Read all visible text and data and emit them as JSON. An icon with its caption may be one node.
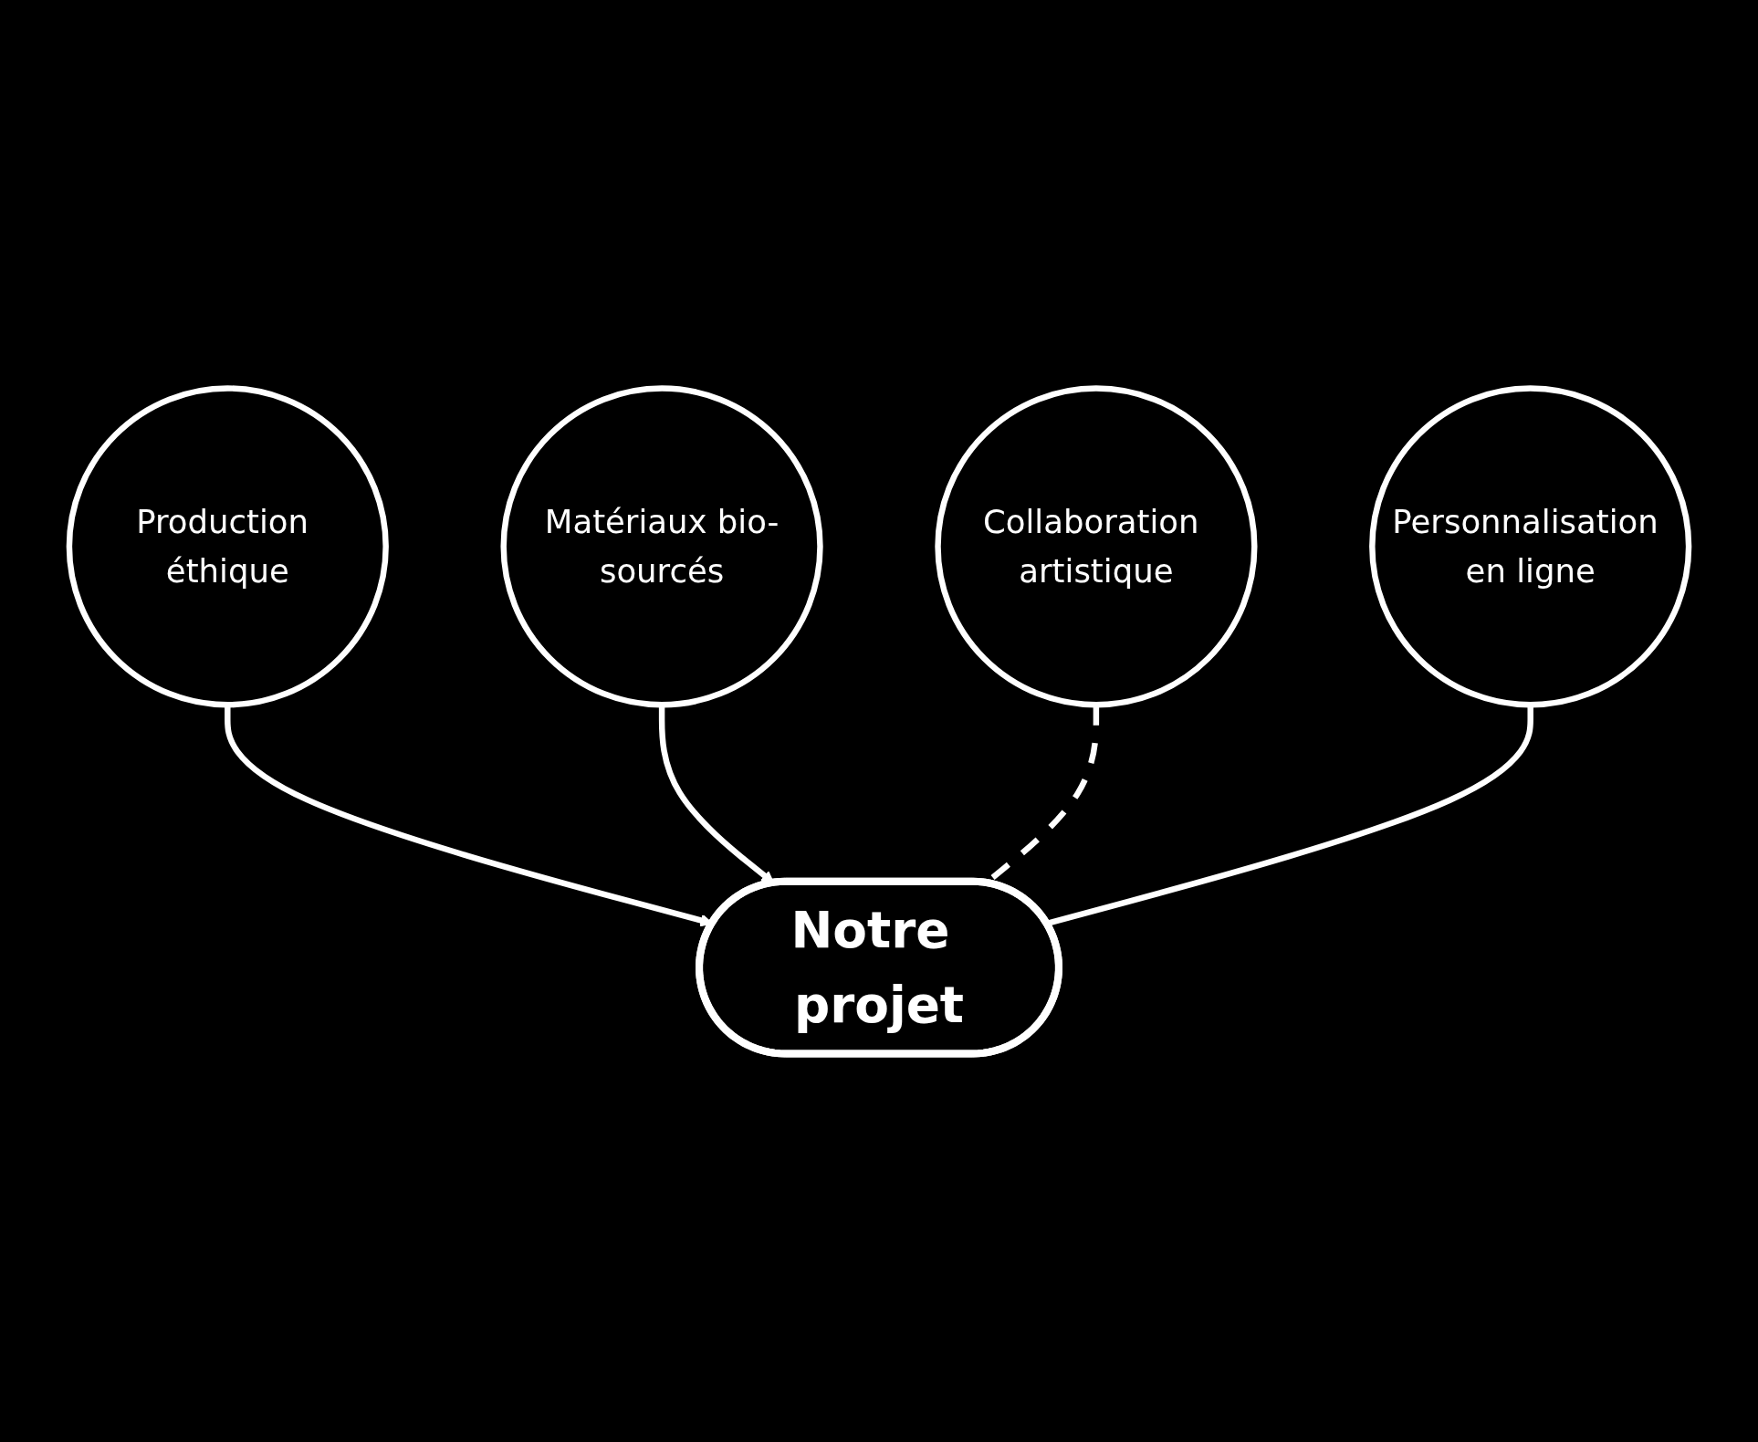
{
  "diagram": {
    "nodes": [
      {
        "text": [
          "Production éthique"
        ]
      },
      {
        "text": [
          "Matériaux bio-sourcés"
        ]
      },
      {
        "text": [
          "Notre projet"
        ]
      },
      {
        "text": [
          "Collaboration artistique"
        ]
      },
      {
        "text": [
          "Personnalisation en ligne"
        ]
      }
    ],
    "edges": [
      {
        "from": 0,
        "to": 2,
        "arrow": "to"
      },
      {
        "from": 1,
        "to": 2,
        "arrow": "to"
      },
      {
        "from": 3,
        "to": 2,
        "arrow": "none",
        "style": "dashed"
      },
      {
        "from": 4,
        "to": 2,
        "arrow": "none"
      }
    ]
  }
}
